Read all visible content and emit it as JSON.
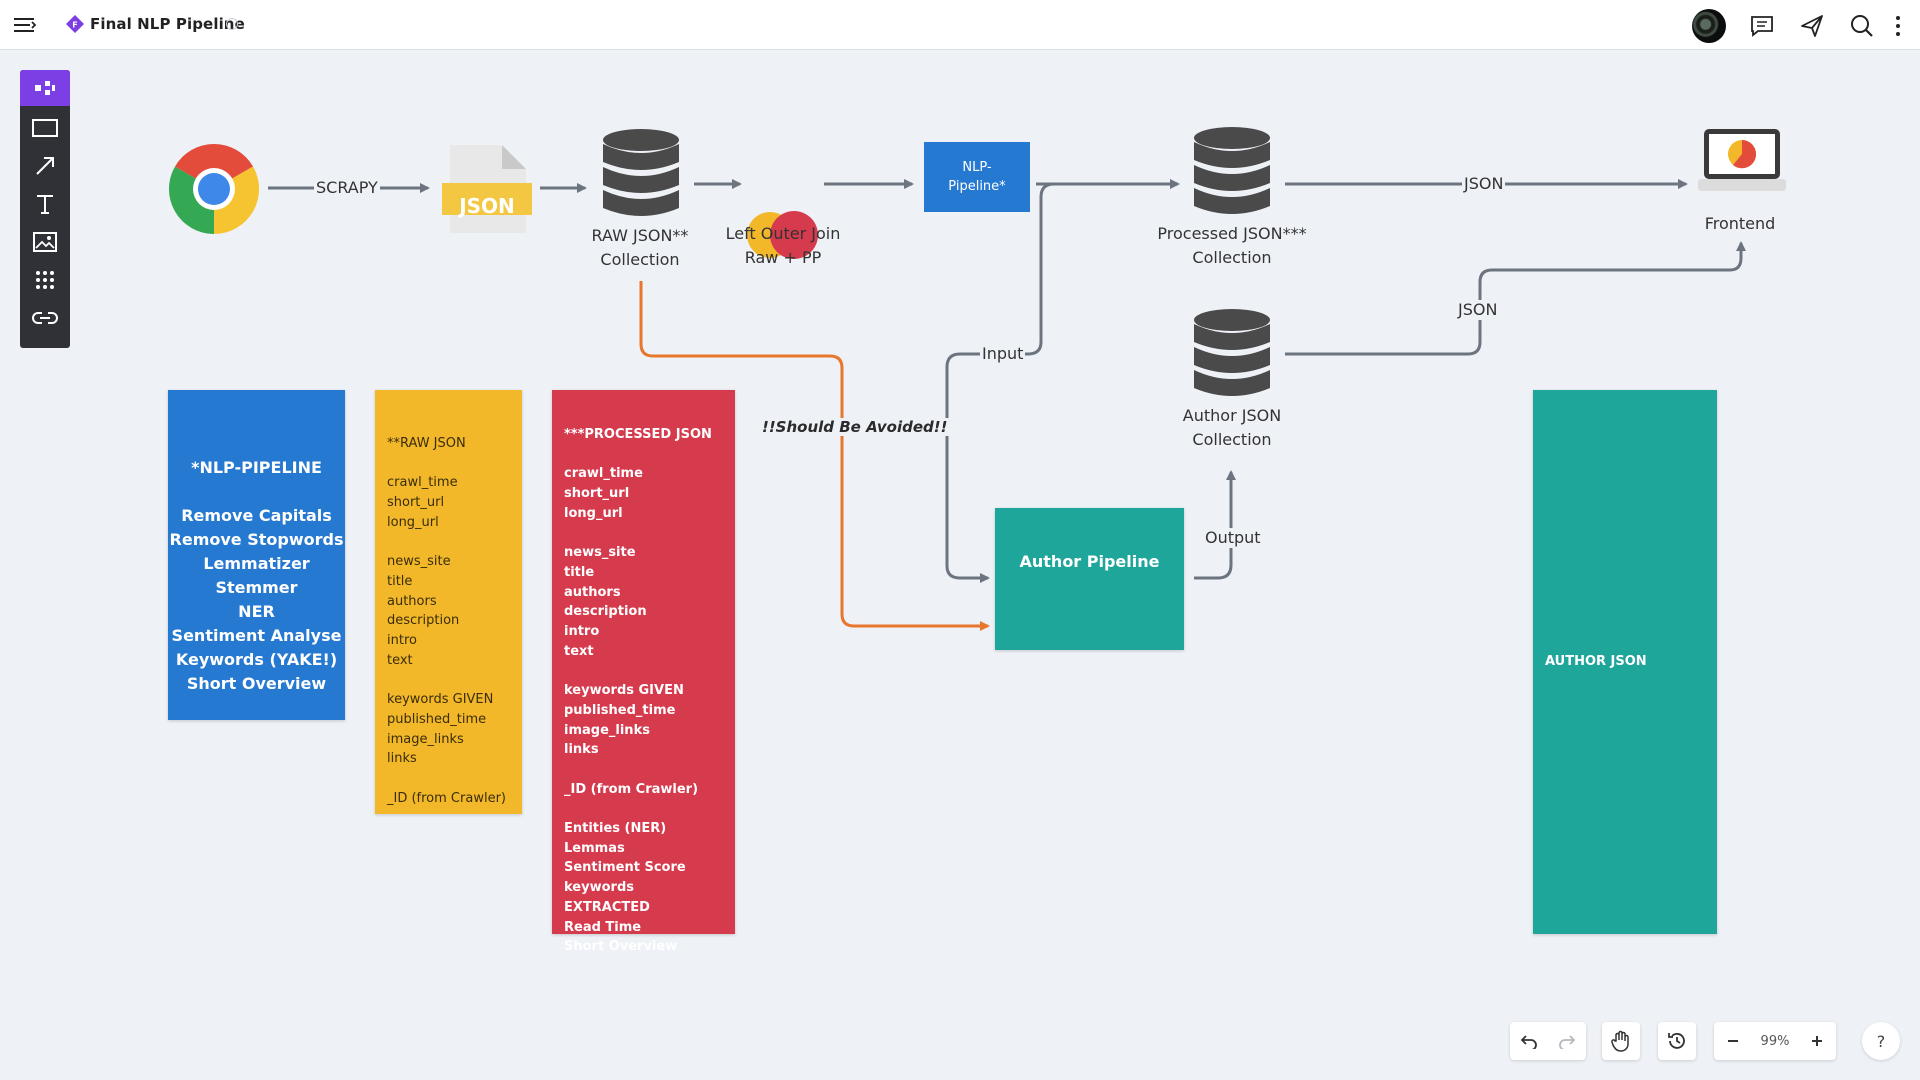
{
  "header": {
    "board_title": "Final NLP Pipeline"
  },
  "diagram": {
    "scrapy_label": "SCRAPY",
    "json_file_text": "JSON",
    "raw_collection_label": "RAW JSON**\nCollection",
    "join_label": "Left Outer Join\nRaw + PP",
    "nlp_button_label": "NLP-\nPipeline*",
    "processed_collection_label": "Processed JSON***\nCollection",
    "json_edge_top": "JSON",
    "frontend_label": "Frontend",
    "json_edge_author": "JSON",
    "author_collection_label": "Author JSON\nCollection",
    "input_label": "Input",
    "output_label": "Output",
    "avoid_label": "!!Should Be Avoided!!"
  },
  "cards": {
    "nlp_pipeline": "*NLP-PIPELINE\n\nRemove Capitals\nRemove Stopwords\nLemmatizer\nStemmer\nNER\nSentiment Analyse\nKeywords (YAKE!)\nShort Overview",
    "raw_json": "**RAW JSON\n\ncrawl_time\nshort_url\nlong_url\n\nnews_site\ntitle\nauthors\ndescription\nintro\ntext\n\nkeywords GIVEN\npublished_time\nimage_links\nlinks\n\n_ID (from Crawler)",
    "processed_json": "***PROCESSED JSON\n\ncrawl_time\nshort_url\nlong_url\n\nnews_site\ntitle\nauthors\ndescription\nintro\ntext\n\nkeywords GIVEN\npublished_time\nimage_links\nlinks\n\n_ID (from Crawler)\n\nEntities (NER)\nLemmas\nSentiment Score\nkeywords EXTRACTED\nRead Time\nShort Overview",
    "author_pipeline": "Author Pipeline",
    "author_json": "AUTHOR JSON"
  },
  "footer": {
    "zoom": "99%",
    "help": "?"
  },
  "colors": {
    "accent_purple": "#7b3fe4",
    "blue": "#2679d1",
    "yellow": "#f3b72a",
    "red": "#d53a4d",
    "teal": "#1ea69a",
    "orange_wire": "#e8762c",
    "grey_wire": "#6c7480"
  }
}
